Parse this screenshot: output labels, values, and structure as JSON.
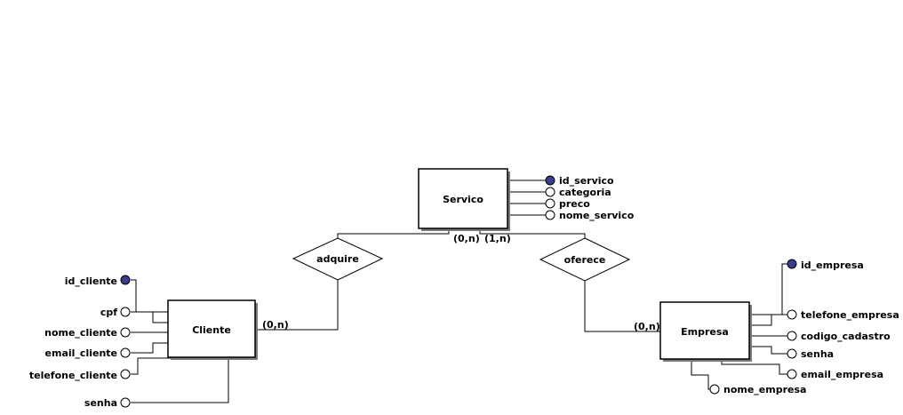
{
  "entities": {
    "servico": "Servico",
    "cliente": "Cliente",
    "empresa": "Empresa"
  },
  "relationships": {
    "adquire": "adquire",
    "oferece": "oferece"
  },
  "cardinalities": {
    "servico_adquire": "(0,n)",
    "servico_oferece": "(1,n)",
    "cliente_adquire": "(0,n)",
    "empresa_oferece": "(0,n)"
  },
  "attributes": {
    "servico": [
      "id_servico",
      "categoria",
      "preco",
      "nome_servico"
    ],
    "cliente": [
      "id_cliente",
      "cpf",
      "nome_cliente",
      "email_cliente",
      "telefone_cliente",
      "senha"
    ],
    "empresa": [
      "id_empresa",
      "telefone_empresa",
      "codigo_cadastro",
      "senha",
      "email_empresa",
      "nome_empresa"
    ]
  },
  "key_attributes": [
    "id_servico",
    "id_cliente",
    "id_empresa"
  ],
  "colors": {
    "key_fill": "#3b3b8f",
    "shadow": "#7a7a7a",
    "stroke": "#000000"
  }
}
